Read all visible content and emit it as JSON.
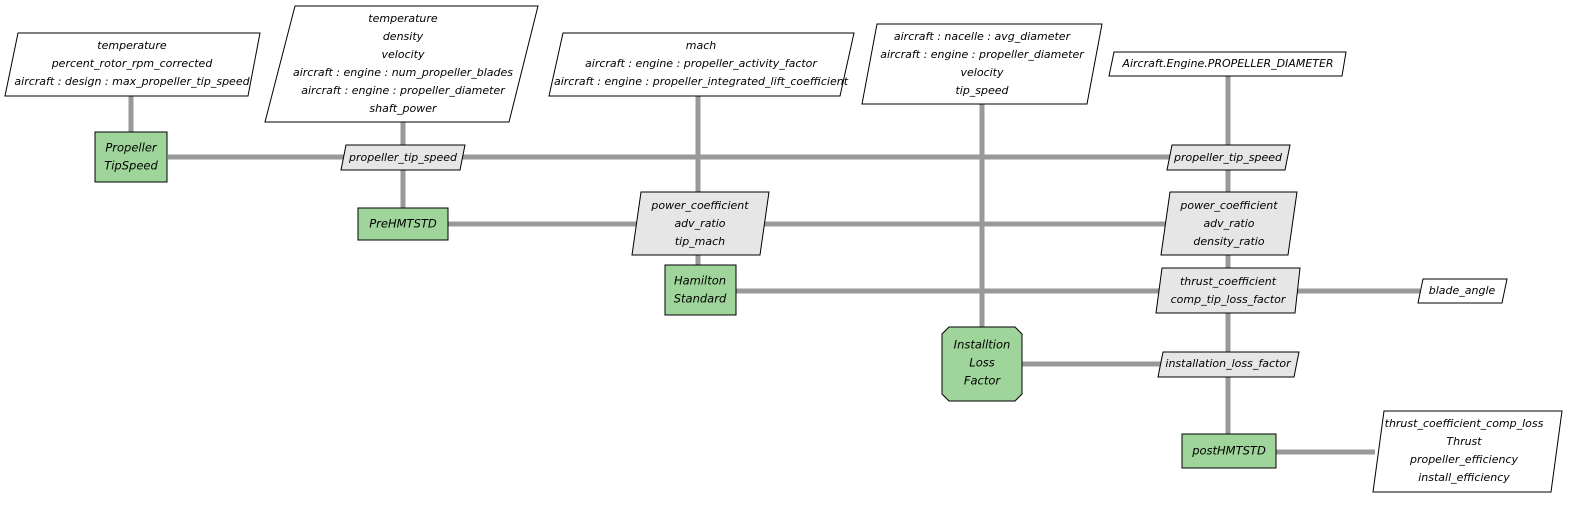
{
  "inputs": {
    "tip_speed_inputs": [
      "temperature",
      "percent_rotor_rpm_corrected",
      "aircraft : design : max_propeller_tip_speed"
    ],
    "pre_hmt_inputs": [
      "temperature",
      "density",
      "velocity",
      "aircraft : engine : num_propeller_blades",
      "aircraft : engine : propeller_diameter",
      "shaft_power"
    ],
    "hamilton_inputs": [
      "mach",
      "aircraft : engine : propeller_activity_factor",
      "aircraft : engine : propeller_integrated_lift_coefficient"
    ],
    "install_inputs": [
      "aircraft : nacelle : avg_diameter",
      "aircraft : engine : propeller_diameter",
      "velocity",
      "tip_speed"
    ],
    "post_inputs": [
      "Aircraft.Engine.PROPELLER_DIAMETER"
    ]
  },
  "components": {
    "propeller_tip_speed": [
      "Propeller",
      "TipSpeed"
    ],
    "pre_hmtstd": [
      "PreHMTSTD"
    ],
    "hamilton_standard": [
      "Hamilton",
      "Standard"
    ],
    "installation_loss_factor": [
      "Installtion",
      "Loss",
      "Factor"
    ],
    "post_hmtstd": [
      "postHMTSTD"
    ]
  },
  "variables": {
    "tip_speed_to_pre": [
      "propeller_tip_speed"
    ],
    "tip_speed_to_post": [
      "propeller_tip_speed"
    ],
    "pre_to_hamilton": [
      "power_coefficient",
      "adv_ratio",
      "tip_mach"
    ],
    "pre_to_post": [
      "power_coefficient",
      "adv_ratio",
      "density_ratio"
    ],
    "hamilton_to_post": [
      "thrust_coefficient",
      "comp_tip_loss_factor"
    ],
    "install_to_post": [
      "installation_loss_factor"
    ]
  },
  "outputs": {
    "hamilton_outputs": [
      "blade_angle"
    ],
    "post_outputs": [
      "thrust_coefficient_comp_loss",
      "Thrust",
      "propeller_efficiency",
      "install_efficiency"
    ]
  }
}
